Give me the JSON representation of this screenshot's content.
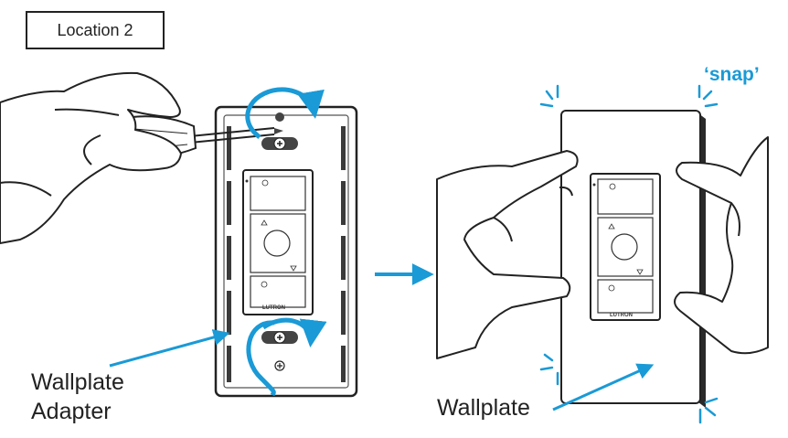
{
  "location_label": "Location 2",
  "labels": {
    "adapter_line1": "Wallplate",
    "adapter_line2": "Adapter",
    "wallplate": "Wallplate",
    "snap": "‘snap’",
    "brand_left": "LUTRON",
    "brand_right": "LUTRON"
  },
  "colors": {
    "accent": "#1a9ad6",
    "line": "#333333",
    "plate_dark": "#3a3a3a"
  },
  "icons": [
    "screwdriver",
    "rotation-arrow",
    "process-arrow",
    "snap-burst",
    "dimmer-switch"
  ]
}
